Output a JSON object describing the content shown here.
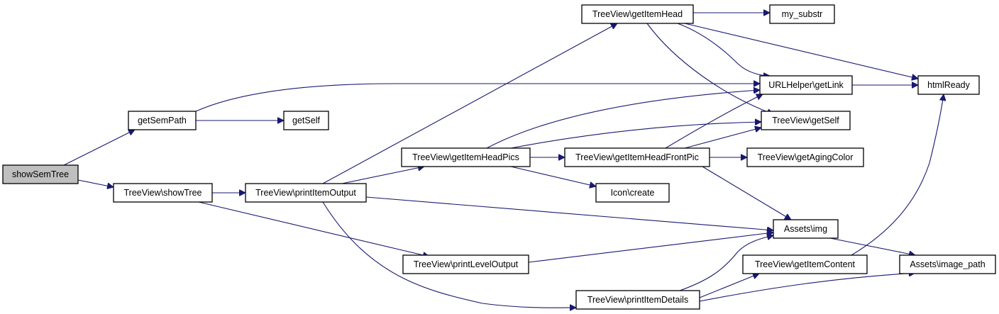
{
  "nodes": {
    "showSemTree": "showSemTree",
    "getSemPath": "getSemPath",
    "getSelf": "getSelf",
    "showTree": "TreeView\\showTree",
    "printItemOutput": "TreeView\\printItemOutput",
    "getItemHeadPics": "TreeView\\getItemHeadPics",
    "printLevelOutput": "TreeView\\printLevelOutput",
    "printItemDetails": "TreeView\\printItemDetails",
    "getItemHead": "TreeView\\getItemHead",
    "getItemHeadFrontPic": "TreeView\\getItemHeadFrontPic",
    "my_substr": "my_substr",
    "urlGetLink": "URLHelper\\getLink",
    "tvGetSelf": "TreeView\\getSelf",
    "getAgingColor": "TreeView\\getAgingColor",
    "iconCreate": "Icon\\create",
    "assetsImg": "Assets\\img",
    "getItemContent": "TreeView\\getItemContent",
    "htmlReady": "htmlReady",
    "imagePath": "Assets\\image_path"
  },
  "edges": [
    [
      "showSemTree",
      "getSemPath"
    ],
    [
      "showSemTree",
      "showTree"
    ],
    [
      "getSemPath",
      "getSelf"
    ],
    [
      "getSemPath",
      "urlGetLink"
    ],
    [
      "showTree",
      "printItemOutput"
    ],
    [
      "showTree",
      "printLevelOutput"
    ],
    [
      "printItemOutput",
      "getItemHead"
    ],
    [
      "printItemOutput",
      "getItemHeadPics"
    ],
    [
      "printItemOutput",
      "assetsImg"
    ],
    [
      "printItemOutput",
      "printItemDetails"
    ],
    [
      "getItemHeadPics",
      "urlGetLink"
    ],
    [
      "getItemHeadPics",
      "tvGetSelf"
    ],
    [
      "getItemHeadPics",
      "getItemHeadFrontPic"
    ],
    [
      "getItemHeadPics",
      "iconCreate"
    ],
    [
      "getItemHead",
      "my_substr"
    ],
    [
      "getItemHead",
      "urlGetLink"
    ],
    [
      "getItemHead",
      "htmlReady"
    ],
    [
      "getItemHead",
      "tvGetSelf"
    ],
    [
      "getItemHeadFrontPic",
      "urlGetLink"
    ],
    [
      "getItemHeadFrontPic",
      "tvGetSelf"
    ],
    [
      "getItemHeadFrontPic",
      "getAgingColor"
    ],
    [
      "getItemHeadFrontPic",
      "assetsImg"
    ],
    [
      "urlGetLink",
      "htmlReady"
    ],
    [
      "printLevelOutput",
      "assetsImg"
    ],
    [
      "printItemDetails",
      "assetsImg"
    ],
    [
      "printItemDetails",
      "getItemContent"
    ],
    [
      "printItemDetails",
      "imagePath"
    ],
    [
      "assetsImg",
      "imagePath"
    ],
    [
      "getItemContent",
      "htmlReady"
    ]
  ]
}
